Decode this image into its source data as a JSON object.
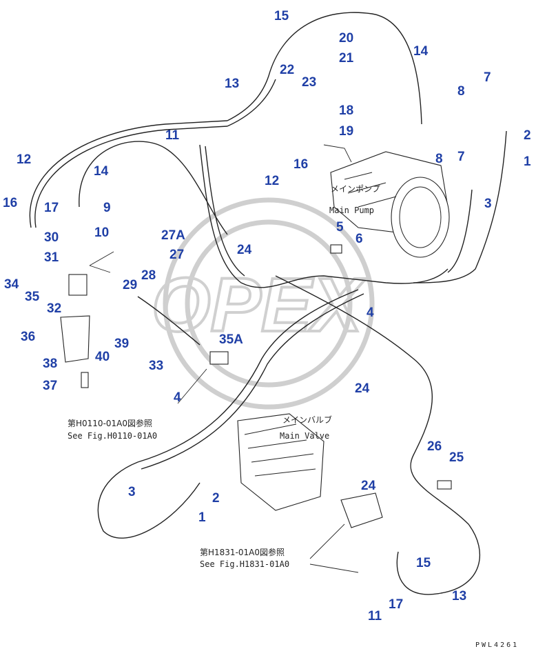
{
  "labels": {
    "main_pump_jp": "メインポンプ",
    "main_pump_en": "Main Pump",
    "main_valve_jp": "メインバルブ",
    "main_valve_en": "Main Valve",
    "ref1_jp": "第H0110-01A0図参照",
    "ref1_en": "See Fig.H0110-01A0",
    "ref2_jp": "第H1831-01A0図参照",
    "ref2_en": "See Fig.H1831-01A0",
    "drawing_code": "PWL4261",
    "watermark": "OPEX"
  },
  "callouts": [
    "1",
    "2",
    "3",
    "4",
    "5",
    "6",
    "7",
    "8",
    "9",
    "10",
    "11",
    "12",
    "13",
    "14",
    "15",
    "16",
    "17",
    "18",
    "19",
    "20",
    "21",
    "22",
    "23",
    "24",
    "25",
    "26",
    "27",
    "27A",
    "28",
    "29",
    "30",
    "31",
    "32",
    "33",
    "34",
    "35",
    "35A",
    "36",
    "37",
    "38",
    "39",
    "40"
  ],
  "colors": {
    "callout": "#1f3fa6",
    "line": "#222222",
    "watermark": "#cfcfcf"
  }
}
